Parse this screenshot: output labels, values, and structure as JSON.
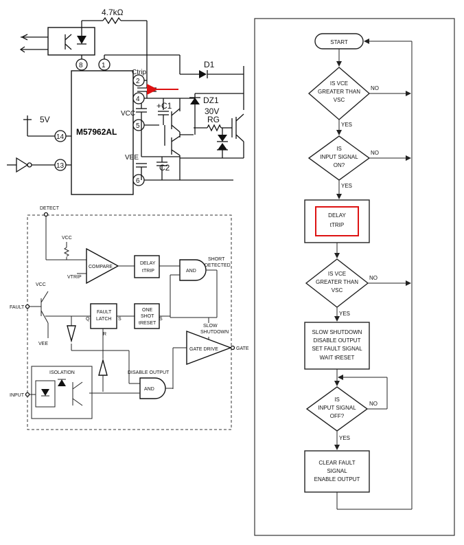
{
  "circuit": {
    "chip": "M57962AL",
    "resistor": "4.7kΩ",
    "supply": "5V",
    "cap_trip": "Ctrip",
    "vcc": "VCC",
    "c1": "+C1",
    "vee": "VEE",
    "c2": "C2",
    "d1": "D1",
    "dz1": "DZ1",
    "dz_voltage": "30V",
    "rg": "RG",
    "pins": [
      "8",
      "1",
      "2",
      "4",
      "5",
      "14",
      "13",
      "6"
    ]
  },
  "block": {
    "detect": "DETECT",
    "vcc1": "VCC",
    "vtrip": "VTRIP",
    "compare": "COMPARE",
    "delay": [
      "DELAY",
      "tTRIP"
    ],
    "and1": "AND",
    "short_detected": [
      "SHORT",
      "DETECTED"
    ],
    "fault": "FAULT",
    "vcc2": "VCC",
    "vee": "VEE",
    "q1": "Q",
    "fault_latch": [
      "FAULT",
      "LATCH"
    ],
    "s1": "S",
    "r": "R",
    "one_shot": [
      "ONE",
      "SHOT",
      "tRESET"
    ],
    "s2": "S",
    "slow_shutdown": [
      "SLOW",
      "SHUTDOWN"
    ],
    "gate_drive": "GATE DRIVE",
    "gate": "GATE",
    "isolation": "ISOLATION",
    "input": "INPUT",
    "disable_output": "DISABLE OUTPUT",
    "and2": "AND"
  },
  "flow": {
    "start": "START",
    "d1": [
      "IS VCE",
      "GREATER THAN",
      "VSC"
    ],
    "d2": [
      "IS",
      "INPUT SIGNAL",
      "ON?"
    ],
    "delay": [
      "DELAY",
      "tTRIP"
    ],
    "d3": [
      "IS VCE",
      "GREATER THAN",
      "VSC"
    ],
    "shutdown": [
      "SLOW SHUTDOWN",
      "DISABLE OUTPUT",
      "SET FAULT SIGNAL",
      "WAIT tRESET"
    ],
    "d4": [
      "IS",
      "INPUT SIGNAL",
      "OFF?"
    ],
    "clear": [
      "CLEAR FAULT",
      "SIGNAL",
      "ENABLE OUTPUT"
    ],
    "yes": "YES",
    "no": "NO"
  },
  "colors": {
    "highlight": "#dd1111",
    "ink": "#111111"
  }
}
